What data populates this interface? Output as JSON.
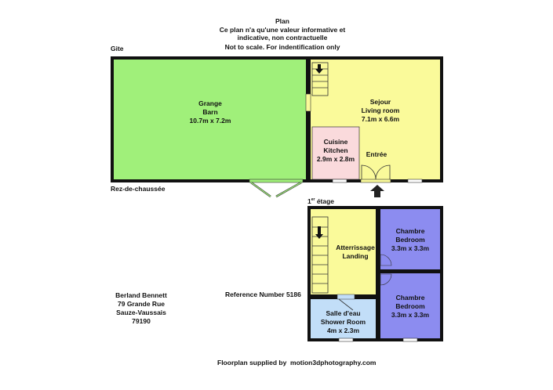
{
  "header": {
    "title": "Plan",
    "disclaimer_line1": "Ce plan n'a qu'une valeur informative et",
    "disclaimer_line2": "indicative, non contractuelle",
    "scale_note": "Not to scale.  For indentification only"
  },
  "building_label": "Gite",
  "ground_floor": {
    "label": "Rez-de-chaussée",
    "rooms": [
      {
        "name_fr": "Grange",
        "name_en": "Barn",
        "size": "10.7m x 7.2m",
        "color": "#a0f07a"
      },
      {
        "name_fr": "Sejour",
        "name_en": "Living room",
        "size": "7.1m x 6.6m",
        "color": "#fafa9a"
      },
      {
        "name_fr": "Cuisine",
        "name_en": "Kitchen",
        "size": "2.9m x 2.8m",
        "color": "#fadadc"
      },
      {
        "name_fr": "Entrée"
      }
    ]
  },
  "first_floor": {
    "label_main": "1",
    "label_sup": "er",
    "label_rest": " étage",
    "rooms": [
      {
        "name_fr": "Atterrissage",
        "name_en": "Landing",
        "color": "#fafa9a"
      },
      {
        "name_fr": "Chambre",
        "name_en": "Bedroom",
        "size": "3.3m x 3.3m",
        "color": "#8c8cf0"
      },
      {
        "name_fr": "Chambre",
        "name_en": "Bedroom",
        "size": "3.3m x 3.3m",
        "color": "#8c8cf0"
      },
      {
        "name_fr": "Salle d'eau",
        "name_en": "Shower Room",
        "size": "4m x 2.3m",
        "color": "#c2def8"
      }
    ]
  },
  "agent": {
    "name": "Berland Bennett",
    "street": "79 Grande Rue",
    "town": "Sauze-Vaussais",
    "postcode": "79190"
  },
  "reference": "Reference Number 5186",
  "footer": {
    "supplied_by": "Floorplan supplied by",
    "website": "motion3dphotography.com"
  }
}
